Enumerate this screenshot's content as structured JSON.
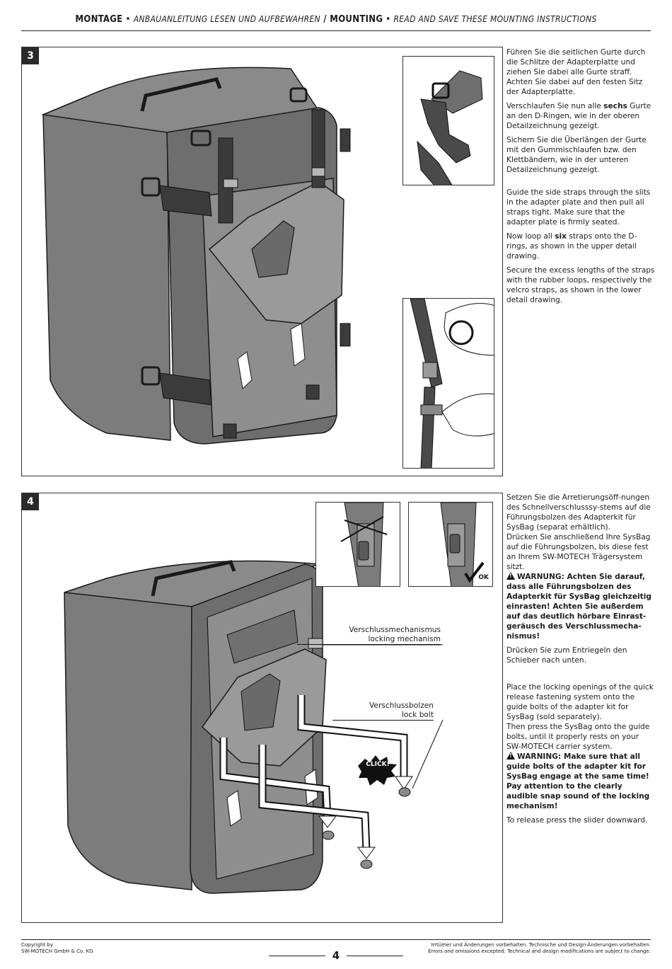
{
  "header": {
    "de_bold": "MONTAGE",
    "sep": " • ",
    "de_italic": "ANBAUANLEITUNG LESEN UND AUFBEWAHREN",
    "slash": " / ",
    "en_bold": "MOUNTING",
    "en_italic": "READ AND SAVE THESE MOUNTING INSTRUCTIONS"
  },
  "step3": {
    "number": "3",
    "de": {
      "p1": "Führen Sie die seitlichen Gurte durch die Schlitze der Adapterplatte und ziehen Sie dabei alle Gurte straff. Achten Sie dabei auf den festen Sitz der Adapterplatte.",
      "p2_a": "Verschlaufen Sie nun alle ",
      "p2_bold": "sechs",
      "p2_b": " Gurte an den D-Ringen, wie in der oberen Detailzeichnung gezeigt.",
      "p3": "Sichern Sie die Überlängen der Gurte mit den Gummischlaufen bzw. den Klettbändern, wie in der unteren Detailzeichnung gezeigt."
    },
    "en": {
      "p1": "Guide the side straps through the slits in the adapter plate and then pull all straps tight. Make sure that the adapter plate is firmly seated.",
      "p2_a": "Now loop all ",
      "p2_bold": "six",
      "p2_b": " straps onto the D-rings, as shown in the upper detail drawing.",
      "p3": "Secure the excess lengths of the straps with the rubber loops, respectively the velcro straps, as shown in the lower detail drawing."
    }
  },
  "step4": {
    "number": "4",
    "callout_mechanism_de": "Verschlussmechanismus",
    "callout_mechanism_en": "locking mechanism",
    "callout_bolt_de": "Verschlussbolzen",
    "callout_bolt_en": "lock bolt",
    "click_label": "CLICK!",
    "ok_label": "OK",
    "de": {
      "p1": "Setzen Sie die Arretierungsöff-nungen des Schnellverschlusssy-stems auf die Führungsbolzen des Adapterkit für SysBag (separat erhältlich).",
      "p2": "Drücken Sie anschließend Ihre SysBag auf die Führungsbolzen, bis diese fest an Ihrem SW-MOTECH Trägersystem sitzt.",
      "warning": "WARNUNG: Achten Sie darauf, dass alle Führungsbolzen des Adapterkit für SysBag gleichzeitig einrasten! Achten Sie außerdem auf das deutlich hörbare Einrast-geräusch des Verschlussmecha-nismus!",
      "p3": "Drücken Sie zum Entriegeln den Schieber nach unten."
    },
    "en": {
      "p1": "Place the locking openings of the quick release fastening system onto the guide bolts of the adapter kit for SysBag (sold separately).",
      "p2": "Then press the SysBag onto the guide bolts, until it properly rests on your SW-MOTECH carrier system.",
      "warning": "WARNING: Make sure that all guide bolts of the adapter kit for SysBag engage at the same time! Pay attention to the clearly audible snap sound of the locking mechanism!",
      "p3": "To release press the slider downward."
    }
  },
  "footer": {
    "copyright_line1": "Copyright by",
    "copyright_line2": "SW-MOTECH GmbH & Co. KG",
    "page": "4",
    "disclaimer_de": "Irrtümer und Änderungen vorbehalten. Technische und Design-Änderungen vorbehalten.",
    "disclaimer_en": "Errors and omissions excepted. Technical and design modifications are subject to change."
  },
  "colors": {
    "bag_body": "#7c7c7c",
    "bag_dark": "#5f5f5f",
    "plate": "#8e8e8e",
    "strap": "#3b3b3b",
    "line": "#1a1a1a"
  }
}
